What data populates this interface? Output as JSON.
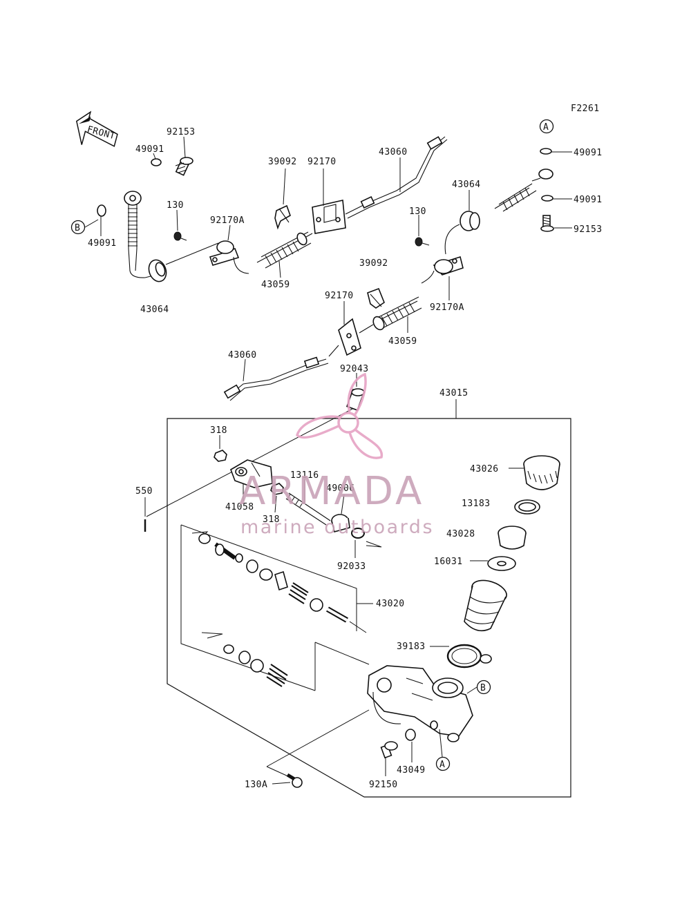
{
  "figure_code": "F2261",
  "front_label": "FRONT",
  "callouts": {
    "a": "A",
    "b": "B"
  },
  "watermark": {
    "brand": "ARMADA",
    "tagline": "marine outboards",
    "color": "#e6a3c4"
  },
  "parts": {
    "p92153": "92153",
    "p49091": "49091",
    "p130": "130",
    "p92170A": "92170A",
    "p39092": "39092",
    "p92170": "92170",
    "p43060": "43060",
    "p43064": "43064",
    "p43059": "43059",
    "p92043": "92043",
    "p43015": "43015",
    "p318": "318",
    "p13116": "13116",
    "p49006": "49006",
    "p41058": "41058",
    "p550": "550",
    "p92033": "92033",
    "p43026": "43026",
    "p13183": "13183",
    "p43028": "43028",
    "p16031": "16031",
    "p43020": "43020",
    "p39183": "39183",
    "p43049": "43049",
    "p92150": "92150",
    "p130A": "130A"
  }
}
